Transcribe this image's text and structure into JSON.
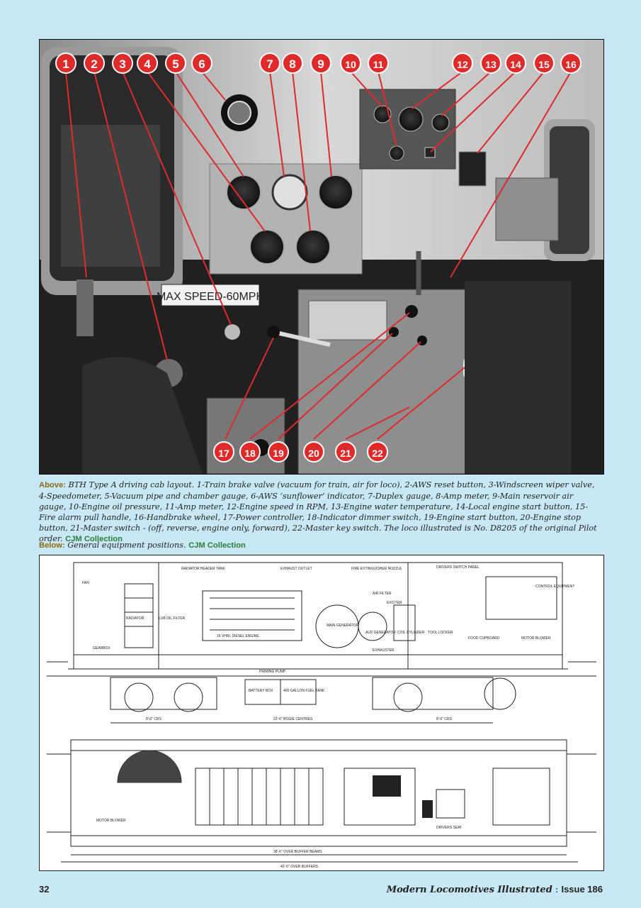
{
  "photo": {
    "cab_sign": "MAX SPEED-60MPH",
    "markers": [
      "1",
      "2",
      "3",
      "4",
      "5",
      "6",
      "7",
      "8",
      "9",
      "10",
      "11",
      "12",
      "13",
      "14",
      "15",
      "16",
      "17",
      "18",
      "19",
      "20",
      "21",
      "22"
    ],
    "marker_color": "#e02a2a"
  },
  "caption_above": {
    "lead": "Above:",
    "text": "BTH Type A driving cab layout. 1-Train brake valve (vacuum for train, air for loco), 2-AWS reset button, 3-Windscreen wiper valve, 4-Speedometer, 5-Vacuum pipe and chamber gauge, 6-AWS ‘sunflower’ indicator, 7-Duplex gauge, 8-Amp meter, 9-Main reservoir air gauge, 10-Engine oil pressure, 11-Amp meter, 12-Engine speed in RPM, 13-Engine water temperature, 14-Local engine start button, 15-Fire alarm pull handle, 16-Handbrake wheel, 17-Power controller, 18-Indicator dimmer switch, 19-Engine start button, 20-Engine stop button, 21-Master switch - (off, reverse, engine only, forward), 22-Master key switch. The loco illustrated is No. D8205 of the original Pilot order.",
    "credit": "CJM Collection"
  },
  "caption_below": {
    "lead": "Below:",
    "text": "General equipment positions.",
    "credit": "CJM Collection"
  },
  "drawing": {
    "labels": {
      "radiator_header_tank": "RADIATOR HEADER TANK",
      "exhaust_outlet": "EXHAUST OUTLET",
      "fire_ext": "FIRE EXTINGUISHER NOZZLE",
      "drivers_switch_panel": "DRIVERS SWITCH PANEL",
      "fan": "FAN",
      "control_equipment": "CONTROL EQUIPMENT",
      "air_filter": "AIR FILTER",
      "exciter": "EXCITER",
      "radiator": "RADIATOR",
      "lub_oil_filter": "LUB OIL FILTER",
      "main_generator": "MAIN GENERATOR",
      "aux_generator": "AUX GENERATOR",
      "coil_cylinder": "COIL CYLINDER",
      "tool_locker": "TOOL LOCKER",
      "food_cupboard": "FOOD CUPBOARD",
      "motor_blower": "MOTOR BLOWER",
      "gearbox": "GEARBOX",
      "diesel_engine": "16 VHRL DIESEL ENGINE",
      "exhauster": "EXHAUSTER",
      "priming_pump": "PRIMING PUMP",
      "battery_box": "BATTERY BOX",
      "fuel_tank": "400 GALLON FUEL TANK",
      "dim_crs_left": "8'-6\" CRS",
      "dim_bogie": "22'-6\" BOGIE CENTRES",
      "dim_crs_right": "8'-6\" CRS",
      "plan_motor_blower": "MOTOR BLOWER",
      "drivers_seat": "DRIVERS SEAT",
      "dim_buffer_beams": "38'-6\" OVER BUFFER BEAMS",
      "dim_buffers": "42'-0\" OVER BUFFERS"
    }
  },
  "footer": {
    "page_number": "32",
    "magazine": "Modern Locomotives Illustrated",
    "separator": " : ",
    "issue": "Issue 186"
  }
}
